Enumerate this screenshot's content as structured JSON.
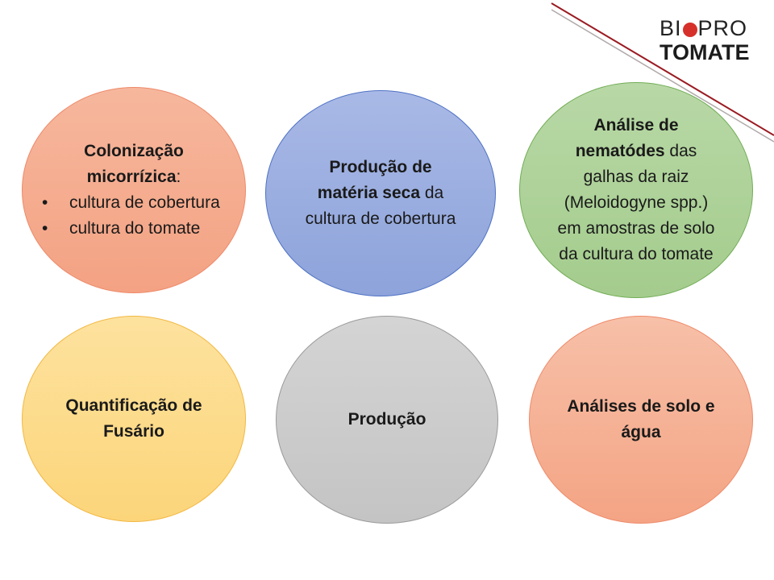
{
  "logo": {
    "part1": "BI",
    "part2": "PRO",
    "part3": "TOMATE"
  },
  "circles": {
    "colonization": {
      "title": "Colonização micorrízica",
      "suffix": ":",
      "items": [
        "cultura de cobertura",
        "cultura do tomate"
      ]
    },
    "dry_matter": {
      "bold": "Produção de matéria seca",
      "rest": " da cultura de cobertura"
    },
    "nematodes": {
      "bold": "Análise de nematódes",
      "rest": " das galhas da raiz (Meloidogyne spp.) em amostras de solo da cultura do tomate"
    },
    "fusarium": {
      "text": "Quantificação de Fusário"
    },
    "production": {
      "text": "Produção"
    },
    "soil_water": {
      "text": "Análises de solo e água"
    }
  },
  "colors": {
    "orange": "#f4a283",
    "blue": "#8da3da",
    "green": "#a4cc8d",
    "yellow": "#fcd57a",
    "gray": "#c4c4c4",
    "salmon": "#f4a484",
    "line": "#9b1b22"
  }
}
